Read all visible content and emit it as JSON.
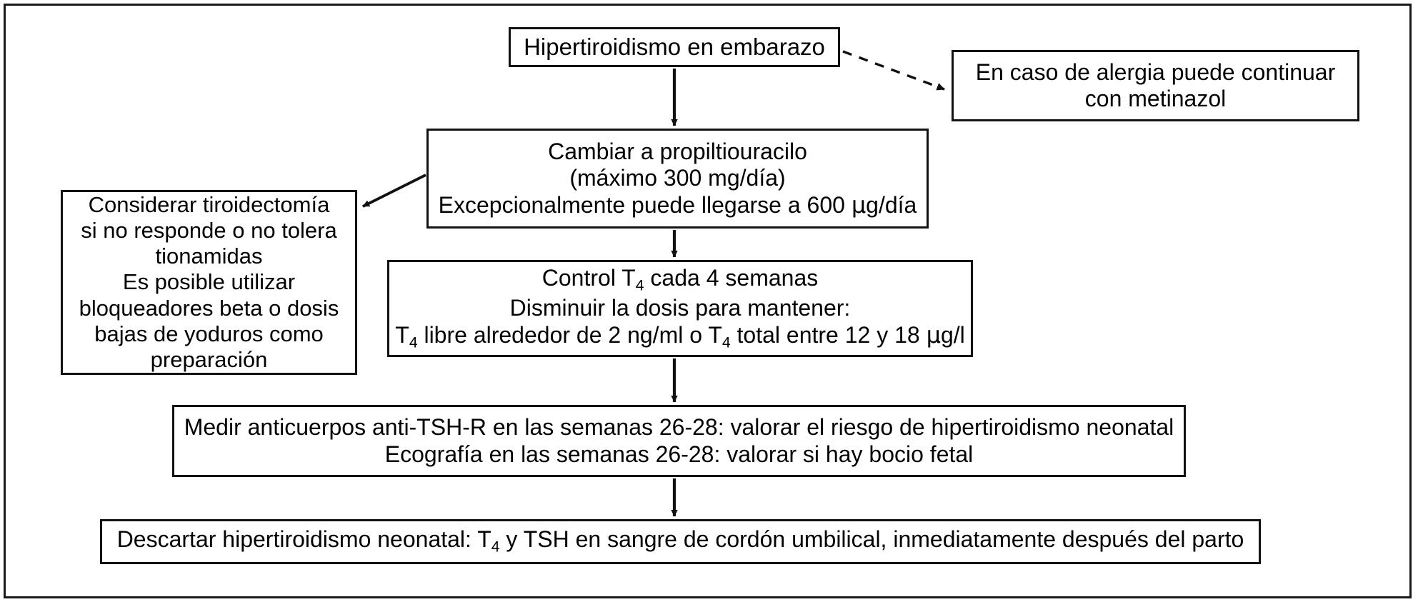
{
  "diagram": {
    "title": "Hipertiroidismo en embarazo - algoritmo de manejo",
    "type": "flowchart",
    "language": "es",
    "border_color": "#1a1a1a",
    "box_border_color": "#121212",
    "text_color": "#000000",
    "background": "#ffffff"
  },
  "nodes": {
    "hipertiroidismo": {
      "id": "n-hiper",
      "text": "Hipertiroidismo en embarazo"
    },
    "alergia": {
      "id": "n-alergia",
      "line1": "En caso de alergia puede continuar",
      "line2": "con metinazol"
    },
    "cambiar": {
      "id": "n-cambiar",
      "line1": "Cambiar a propiltiouracilo",
      "line2": "(máximo 300 mg/día)",
      "line3_a": "Excepcionalmente puede llegarse a 600 ",
      "line3_mu": "μ",
      "line3_b": "g/día"
    },
    "tiroidectomia": {
      "id": "n-tiroid",
      "line1": "Considerar tiroidectomía",
      "line2": "si no responde o no tolera",
      "line3": "tionamidas",
      "line4": "Es posible utilizar",
      "line5": "bloqueadores beta o dosis",
      "line6": "bajas de yoduros como",
      "line7": "preparación"
    },
    "control": {
      "id": "n-control",
      "line1_a": "Control T",
      "line1_sub": "4",
      "line1_b": " cada 4 semanas",
      "line2": "Disminuir la dosis para mantener:",
      "line3_a": "T",
      "line3_sub1": "4",
      "line3_b": " libre alrededor de 2 ng/ml o T",
      "line3_sub2": "4",
      "line3_c": " total entre 12 y 18 ",
      "line3_mu": "μ",
      "line3_d": "g/l"
    },
    "medir": {
      "id": "n-medir",
      "line1": "Medir anticuerpos anti-TSH-R en las semanas 26-28: valorar el riesgo de hipertiroidismo neonatal",
      "line2": "Ecografía en las semanas 26-28: valorar si hay bocio fetal"
    },
    "descartar": {
      "id": "n-descart",
      "text_a": "Descartar  hipertiroidismo neonatal: T",
      "text_sub": "4",
      "text_b": " y TSH en sangre de cordón umbilical, inmediatamente después del parto"
    }
  },
  "edges": [
    {
      "name": "hipertiroidismo-to-alergia",
      "style": "dashed",
      "arrow": "filled",
      "from": "hipertiroidismo",
      "to": "alergia"
    },
    {
      "name": "hipertiroidismo-to-cambiar",
      "style": "solid",
      "arrow": "filled",
      "from": "hipertiroidismo",
      "to": "cambiar"
    },
    {
      "name": "cambiar-to-tiroidectomia",
      "style": "solid",
      "arrow": "filled",
      "from": "cambiar",
      "to": "tiroidectomia"
    },
    {
      "name": "cambiar-to-control",
      "style": "solid",
      "arrow": "filled",
      "from": "cambiar",
      "to": "control"
    },
    {
      "name": "control-to-medir",
      "style": "solid",
      "arrow": "filled",
      "from": "control",
      "to": "medir"
    },
    {
      "name": "medir-to-descartar",
      "style": "solid",
      "arrow": "filled",
      "from": "medir",
      "to": "descartar"
    }
  ]
}
